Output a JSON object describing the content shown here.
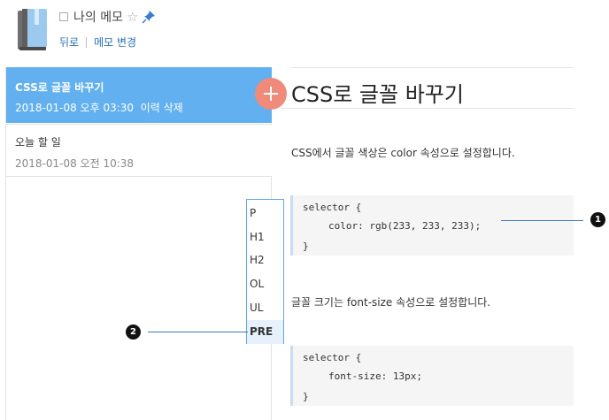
{
  "header": {
    "title": "나의 메모",
    "back_label": "뒤로",
    "change_label": "메모 변경"
  },
  "memos": [
    {
      "title": "CSS로 글꼴 바꾸기",
      "date": "2018-01-08 오후 03:30",
      "action": "이력 삭제",
      "active": true
    },
    {
      "title": "오늘 할 일",
      "date": "2018-01-08 오전 10:38",
      "active": false
    }
  ],
  "document": {
    "heading": "CSS로 글꼴 바꾸기",
    "para1": "CSS에서 글꼴 색상은 color 속성으로 설정합니다.",
    "code1": [
      "selector {",
      "color: rgb(233, 233, 233);",
      "}"
    ],
    "para2": "글꼴 크기는 font-size 속성으로 설정합니다.",
    "code2": [
      "selector {",
      "font-size: 13px;",
      "}"
    ]
  },
  "format_menu": {
    "items": [
      "P",
      "H1",
      "H2",
      "OL",
      "UL",
      "PRE"
    ],
    "selected": "PRE"
  },
  "callouts": [
    "1",
    "2"
  ],
  "colors": {
    "accent": "#62b0ef",
    "add_button": "#f08a7a",
    "link": "#2a6fb5"
  },
  "icons": [
    "notebook-icon",
    "star-icon",
    "pin-icon",
    "plus-icon"
  ]
}
